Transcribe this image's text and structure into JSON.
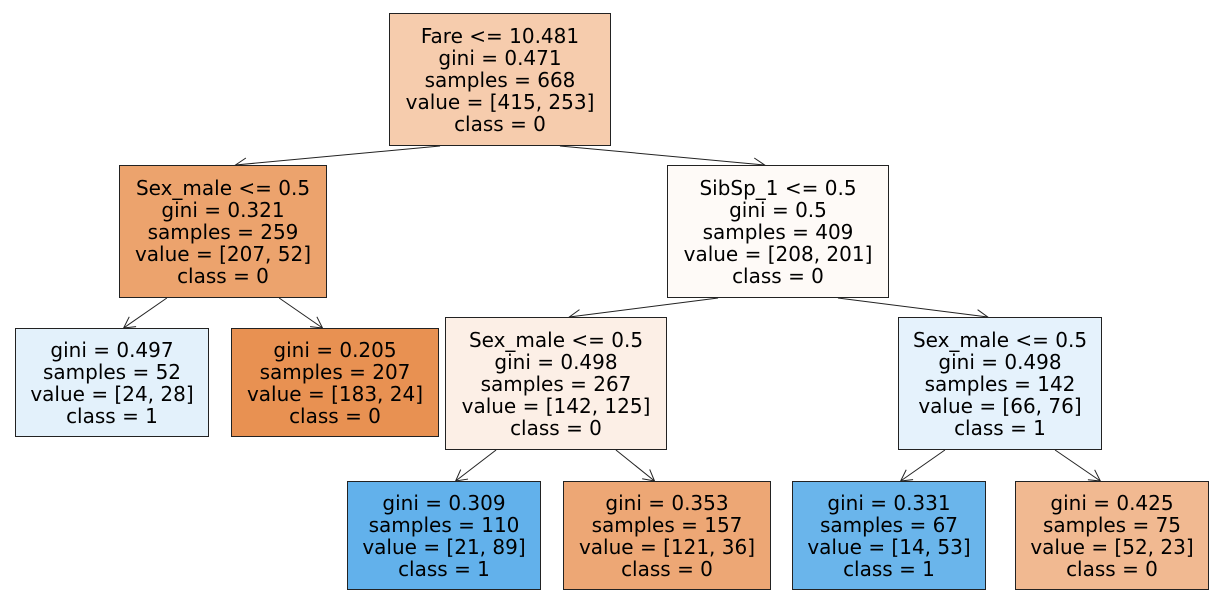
{
  "nodes": [
    {
      "id": "root",
      "parent": null,
      "fill": "#f6ccad",
      "lines": [
        "Fare <= 10.481",
        "gini = 0.471",
        "samples = 668",
        "value = [415, 253]",
        "class = 0"
      ]
    },
    {
      "id": "n1",
      "parent": "root",
      "fill": "#eca36d",
      "lines": [
        "Sex_male <= 0.5",
        "gini = 0.321",
        "samples = 259",
        "value = [207, 52]",
        "class = 0"
      ]
    },
    {
      "id": "n2",
      "parent": "root",
      "fill": "#fefaf7",
      "lines": [
        "SibSp_1 <= 0.5",
        "gini = 0.5",
        "samples = 409",
        "value = [208, 201]",
        "class = 0"
      ]
    },
    {
      "id": "n3",
      "parent": "n1",
      "fill": "#e3f1fb",
      "lines": [
        "gini = 0.497",
        "samples = 52",
        "value = [24, 28]",
        "class = 1"
      ]
    },
    {
      "id": "n4",
      "parent": "n1",
      "fill": "#e89152",
      "lines": [
        "gini = 0.205",
        "samples = 207",
        "value = [183, 24]",
        "class = 0"
      ]
    },
    {
      "id": "n5",
      "parent": "n2",
      "fill": "#fcefe6",
      "lines": [
        "Sex_male <= 0.5",
        "gini = 0.498",
        "samples = 267",
        "value = [142, 125]",
        "class = 0"
      ]
    },
    {
      "id": "n6",
      "parent": "n2",
      "fill": "#e5f2fc",
      "lines": [
        "Sex_male <= 0.5",
        "gini = 0.498",
        "samples = 142",
        "value = [66, 76]",
        "class = 1"
      ]
    },
    {
      "id": "n7",
      "parent": "n5",
      "fill": "#62b1eb",
      "lines": [
        "gini = 0.309",
        "samples = 110",
        "value = [21, 89]",
        "class = 1"
      ]
    },
    {
      "id": "n8",
      "parent": "n5",
      "fill": "#eda775",
      "lines": [
        "gini = 0.353",
        "samples = 157",
        "value = [121, 36]",
        "class = 0"
      ]
    },
    {
      "id": "n9",
      "parent": "n6",
      "fill": "#6ab5eb",
      "lines": [
        "gini = 0.331",
        "samples = 67",
        "value = [14, 53]",
        "class = 1"
      ]
    },
    {
      "id": "n10",
      "parent": "n6",
      "fill": "#f1b991",
      "lines": [
        "gini = 0.425",
        "samples = 75",
        "value = [52, 23]",
        "class = 0"
      ]
    }
  ]
}
